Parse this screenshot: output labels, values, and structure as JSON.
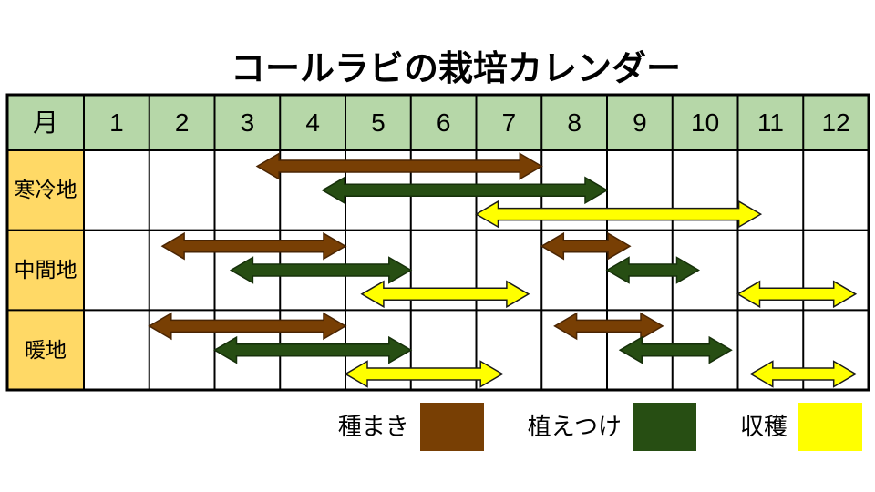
{
  "title": "コールラビの栽培カレンダー",
  "table": {
    "corner_label": "月",
    "months": [
      "1",
      "2",
      "3",
      "4",
      "5",
      "6",
      "7",
      "8",
      "9",
      "10",
      "11",
      "12"
    ],
    "region_rows": [
      "寒冷地",
      "中間地",
      "暖地"
    ]
  },
  "colors": {
    "header_bg": "#B6D7A8",
    "row_label_bg": "#FFD966",
    "grid_line": "#000000",
    "background": "#FFFFFF"
  },
  "chart_data": {
    "type": "gantt",
    "title": "コールラビの栽培カレンダー",
    "x_unit": "month",
    "x_range": [
      1,
      13
    ],
    "x_ticks": [
      1,
      2,
      3,
      4,
      5,
      6,
      7,
      8,
      9,
      10,
      11,
      12
    ],
    "legend_position": "bottom",
    "activities": [
      {
        "key": "sow",
        "label": "種まき",
        "color": "#783F04",
        "stroke": "#4A2503"
      },
      {
        "key": "plant",
        "label": "植えつけ",
        "color": "#274E13",
        "stroke": "#16300A"
      },
      {
        "key": "harvest",
        "label": "収穫",
        "color": "#FFFF00",
        "stroke": "#1A1A1A"
      }
    ],
    "rows": [
      {
        "region": "寒冷地",
        "bars": [
          {
            "activity": "sow",
            "start": 3.65,
            "end": 8.0
          },
          {
            "activity": "plant",
            "start": 4.65,
            "end": 9.0
          },
          {
            "activity": "harvest",
            "start": 7.0,
            "end": 11.35
          }
        ]
      },
      {
        "region": "中間地",
        "bars": [
          {
            "activity": "sow",
            "start": 2.2,
            "end": 5.0
          },
          {
            "activity": "plant",
            "start": 3.25,
            "end": 6.0
          },
          {
            "activity": "harvest",
            "start": 5.25,
            "end": 7.8
          },
          {
            "activity": "sow",
            "start": 8.0,
            "end": 9.35
          },
          {
            "activity": "plant",
            "start": 9.0,
            "end": 10.4
          },
          {
            "activity": "harvest",
            "start": 11.0,
            "end": 12.8
          }
        ]
      },
      {
        "region": "暖地",
        "bars": [
          {
            "activity": "sow",
            "start": 2.0,
            "end": 5.0
          },
          {
            "activity": "plant",
            "start": 3.0,
            "end": 6.0
          },
          {
            "activity": "harvest",
            "start": 5.0,
            "end": 7.4
          },
          {
            "activity": "sow",
            "start": 8.2,
            "end": 9.85
          },
          {
            "activity": "plant",
            "start": 9.2,
            "end": 10.9
          },
          {
            "activity": "harvest",
            "start": 11.2,
            "end": 12.8
          }
        ]
      }
    ]
  }
}
